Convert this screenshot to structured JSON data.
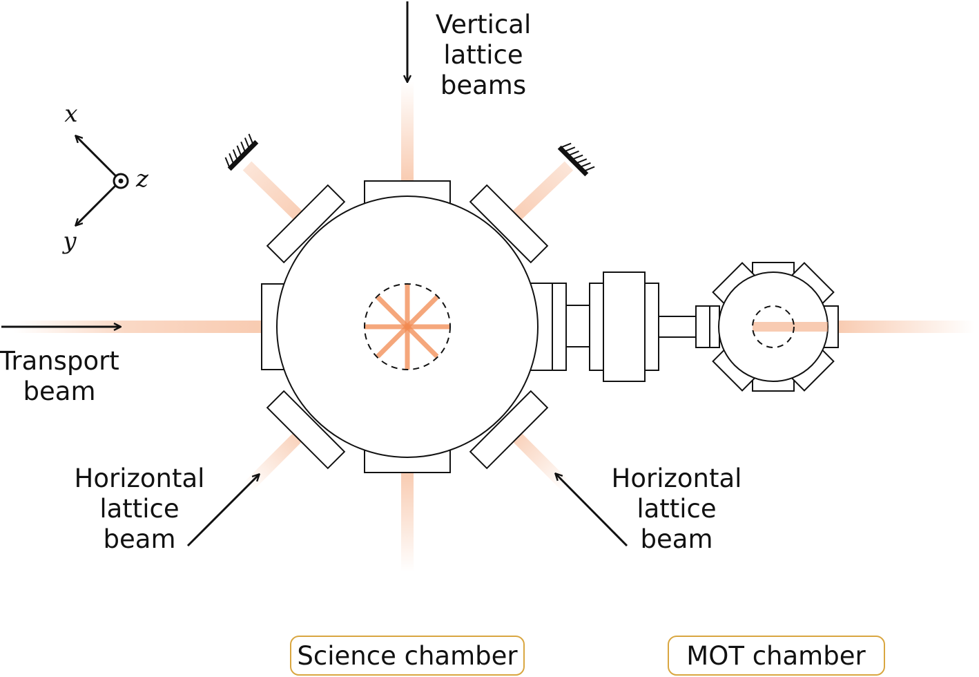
{
  "labels": {
    "vertical_beams": [
      "Vertical",
      "lattice",
      "beams"
    ],
    "transport_beam": [
      "Transport",
      "beam"
    ],
    "horizontal_beam_left": [
      "Horizontal",
      "lattice",
      "beam"
    ],
    "horizontal_beam_right": [
      "Horizontal",
      "lattice",
      "beam"
    ]
  },
  "axes": {
    "x": "x",
    "y": "y",
    "z": "z"
  },
  "tags": {
    "science": "Science chamber",
    "mot": "MOT chamber"
  },
  "colors": {
    "beam": "#f4a97e",
    "beam_core": "#f28a50",
    "tag_border": "#d9a640",
    "line": "#111111"
  }
}
